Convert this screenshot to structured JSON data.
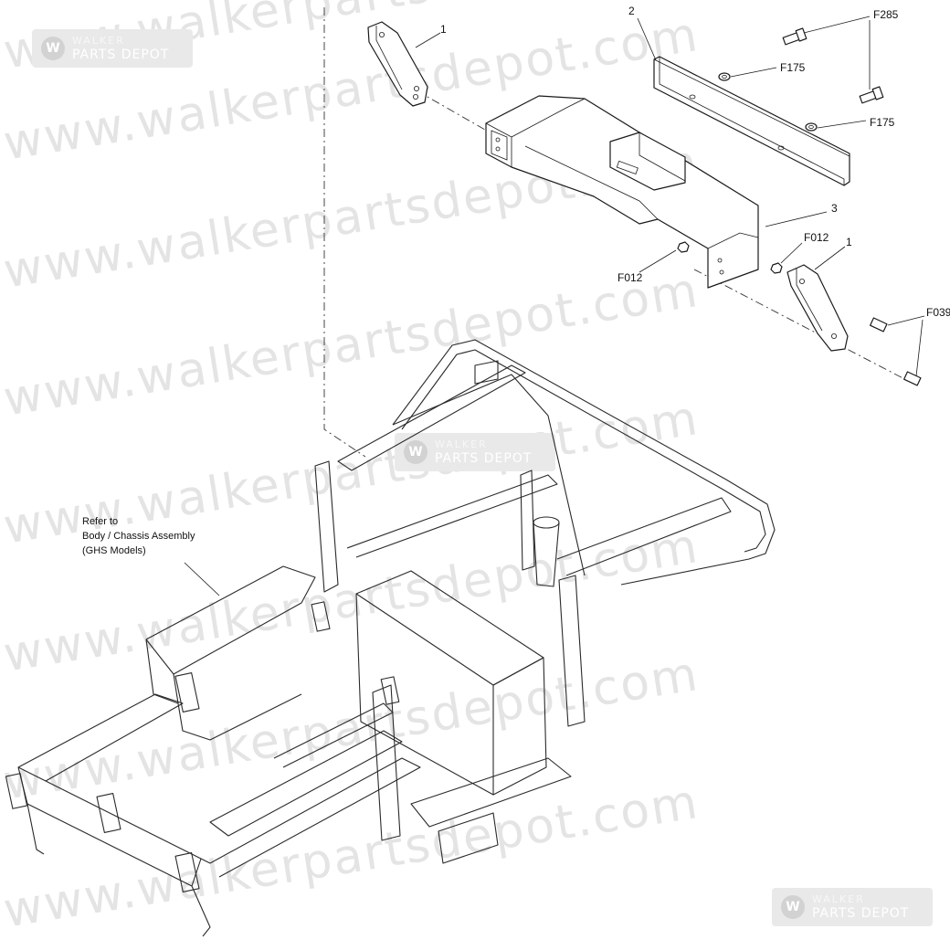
{
  "watermark": {
    "text_a": "https://www.walkerpartsdepot.com",
    "text_b": "https://www.walkerpartsdepot.com"
  },
  "logos": [
    {
      "line1": "WALKER",
      "line2": "PARTS DEPOT"
    },
    {
      "line1": "WALKER",
      "line2": "PARTS DEPOT"
    },
    {
      "line1": "WALKER",
      "line2": "PARTS DEPOT"
    }
  ],
  "callouts": {
    "c1_top": "1",
    "c2": "2",
    "c3": "3",
    "c1_right": "1",
    "f285": "F285",
    "f175_a": "F175",
    "f175_b": "F175",
    "f012_right": "F012",
    "f012_left": "F012",
    "f039": "F039"
  },
  "note": {
    "line1": "Refer to",
    "line2": "Body / Chassis Assembly",
    "line3": "(GHS Models)"
  }
}
